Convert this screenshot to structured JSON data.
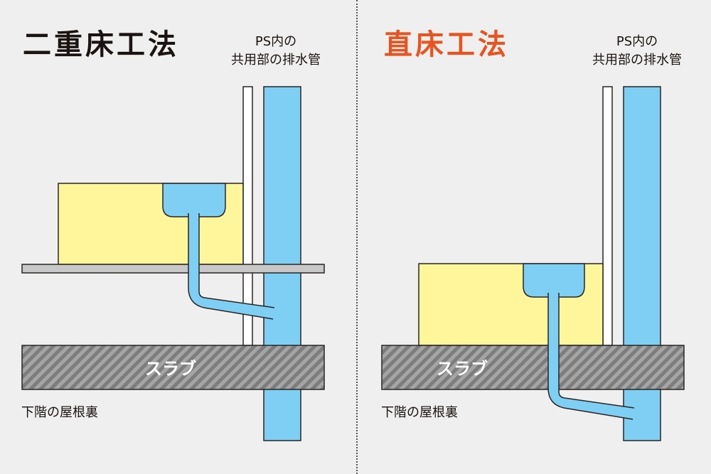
{
  "colors": {
    "background": "#eeefee",
    "accent": "#e8531f",
    "text": "#1a1311",
    "pipe_blue": "#7fcff4",
    "unit_yellow": "#fff69b",
    "floor_gray": "#c8c8c8",
    "slab_dark": "#7d7d7d",
    "slab_light": "#a5a5a5",
    "wall_white": "#ffffff",
    "outline": "#2a2523"
  },
  "panels": [
    {
      "title": "二重床工法",
      "ps_label_line1": "PS内の",
      "ps_label_line2": "共用部の排水管",
      "slab_label": "スラブ",
      "roof_label": "下階の屋根裏",
      "has_raised_floor": true
    },
    {
      "title": "直床工法",
      "ps_label_line1": "PS内の",
      "ps_label_line2": "共用部の排水管",
      "slab_label": "スラブ",
      "roof_label": "下階の屋根裏",
      "has_raised_floor": false
    }
  ]
}
